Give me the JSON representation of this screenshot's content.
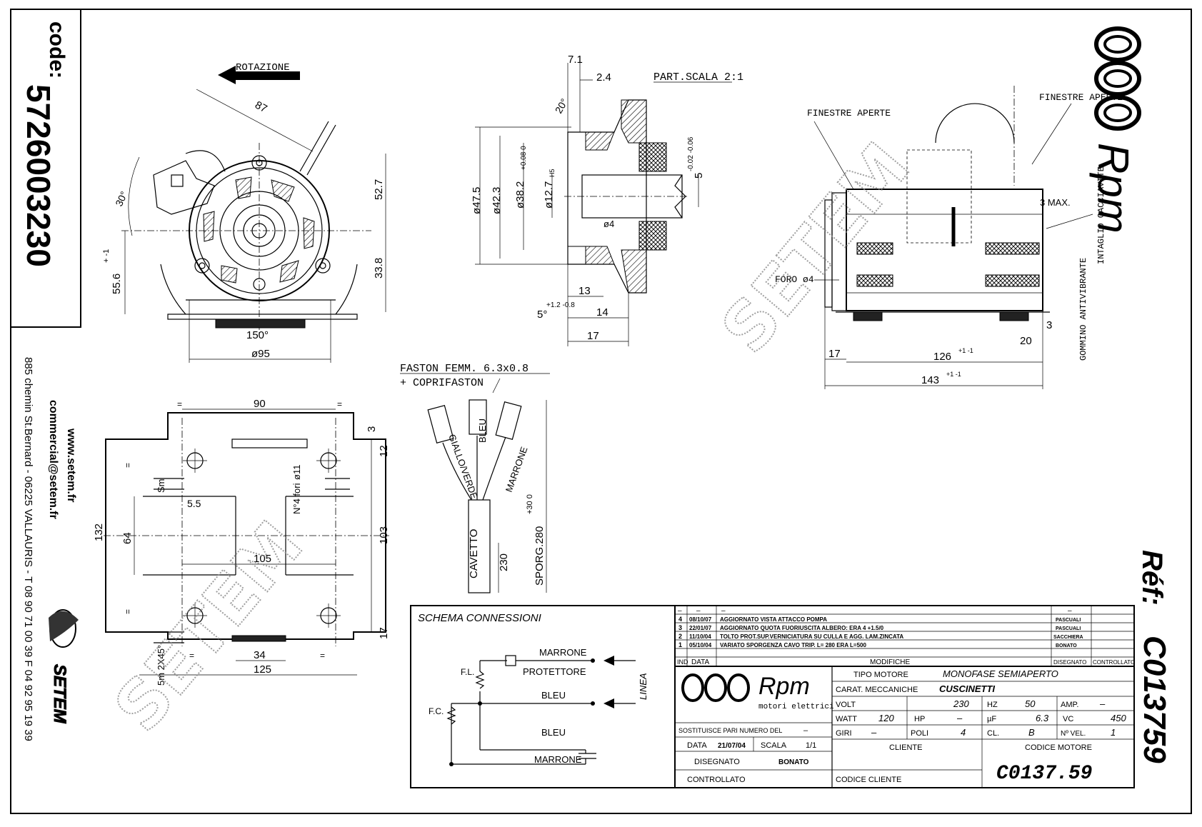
{
  "code_block": {
    "label": "code:",
    "number": "5726003230"
  },
  "company": {
    "website": "www.setem.fr",
    "email": "commercial@setem.fr",
    "address": "885 chemin St.Bernard  -  06225 VALLAURIS  -  T 08 90 71 00 39   F 04 92 95 19 39",
    "brand": "SETEM"
  },
  "ref_block": {
    "label": "Réf:",
    "number": "C013759"
  },
  "brand_logo": {
    "text": "Rpm"
  },
  "watermark": "SETEM",
  "front_view": {
    "rotation_label": "ROTAZIONE",
    "dims": {
      "d87": "87",
      "a30": "30°",
      "d52_7": "52.7",
      "d33_8": "33.8",
      "d55_6": "55.6",
      "tol55": "+  -1",
      "a150": "150°",
      "d95": "ø95"
    }
  },
  "section_view": {
    "title": "PART.SCALA 2:1",
    "dims": {
      "d7_1": "7.1",
      "d2_4": "2.4",
      "a20": "20°",
      "d47_5": "ø47.5",
      "d42_3": "ø42.3",
      "d38_2": "ø38.2",
      "tol38": "+0.08 0",
      "d12_7": "ø12.7",
      "h5": "H5",
      "d5": "5",
      "tol5": "-0.02 -0.06",
      "d4": "ø4",
      "d13": "13",
      "d14": "14",
      "d17": "17",
      "d5b": "5°",
      "tol5b": "+1.2 -0.8"
    }
  },
  "side_view": {
    "labels": {
      "finestre_left": "FINESTRE APERTE",
      "finestre_right": "FINESTRE APERTE",
      "intaglio": "INTAGLIO CACCIAVITE",
      "foro": "FORO ø4",
      "gommino": "GOMMINO ANTIVIBRANTE",
      "max3": "3 MAX."
    },
    "dims": {
      "d17": "17",
      "d126": "126",
      "d143": "143",
      "d20": "20",
      "d3": "3",
      "tol126": "+1 -1",
      "tol143": "+1 -1"
    }
  },
  "base_view": {
    "dims": {
      "d90": "90",
      "d132": "132",
      "d64": "64",
      "d105": "105",
      "d103": "103",
      "d5_5": "5.5",
      "d125": "125",
      "d34": "34",
      "d17": "17",
      "d12": "12",
      "d3": "3",
      "d11": "ø11",
      "fori": "N°4 fori",
      "eq": "=",
      "chamfer": "5m 2X45°",
      "sm": "Sm"
    }
  },
  "cable": {
    "faston": "FASTON FEMM. 6.3x0.8",
    "coprifaston": "+ COPRIFASTON",
    "wires": [
      "GIALLO/VERDE",
      "BLEU",
      "MARRONE"
    ],
    "cavetto": "CAVETTO",
    "len": "230",
    "sporg": "SPORG.280",
    "tol": "+30 0"
  },
  "schema": {
    "title": "SCHEMA CONNESSIONI",
    "fl": "F.L.",
    "fc": "F.C.",
    "marrone": "MARRONE",
    "protettore": "PROTETTORE",
    "bleu": "BLEU",
    "bleu2": "BLEU",
    "marrone2": "MARRONE",
    "linea": "LINEA"
  },
  "revisions": {
    "head_dash": [
      "–",
      "–",
      "–",
      "–"
    ],
    "rows": [
      {
        "n": "4",
        "date": "08/10/07",
        "text": "AGGIORNATO VISTA ATTACCO POMPA",
        "by": "PASCUALI"
      },
      {
        "n": "3",
        "date": "22/01/07",
        "text": "AGGIORNATO QUOTA FUORIUSCITA ALBERO: ERA 4 +1.5/0",
        "by": "PASCUALI"
      },
      {
        "n": "2",
        "date": "11/10/04",
        "text": "TOLTO PROT.SUP.VERNICIATURA SU CULLA E AGG. LAM.ZINCATA",
        "by": "SACCHIERA"
      },
      {
        "n": "1",
        "date": "05/10/04",
        "text": "VARIATO SPORGENZA CAVO TRIP. L= 280 ERA L=500",
        "by": "BONATO"
      }
    ],
    "headers": {
      "ind": "IND",
      "data": "DATA",
      "modifiche": "MODIFICHE",
      "disegnato": "DISEGNATO",
      "controllato": "CONTROLLATO"
    }
  },
  "title_block": {
    "logo_text": "Rpm",
    "logo_sub": "motori elettrici",
    "tipo_motore_label": "TIPO MOTORE",
    "tipo_motore": "MONOFASE SEMIAPERTO",
    "carat_label": "CARAT. MECCANICHE",
    "carat": "CUSCINETTI",
    "volt_label": "VOLT",
    "volt": "230",
    "hz_label": "HZ",
    "hz": "50",
    "amp_label": "AMP.",
    "amp": "–",
    "watt_label": "WATT",
    "watt": "120",
    "hp_label": "HP",
    "hp": "–",
    "uf_label": "µF",
    "uf": "6.3",
    "vc_label": "VC",
    "vc": "450",
    "giri_label": "GIRI",
    "giri": "–",
    "poli_label": "POLI",
    "poli": "4",
    "cl_label": "CL.",
    "cl": "B",
    "nvel_label": "Nº VEL.",
    "nvel": "1",
    "sostituisce_label": "SOSTITUISCE PARI NUMERO DEL",
    "sostituisce": "–",
    "data_label": "DATA",
    "data": "21/07/04",
    "scala_label": "SCALA",
    "scala": "1/1",
    "cliente_label": "CLIENTE",
    "codice_motore_label": "CODICE MOTORE",
    "codice_motore": "C0137.59",
    "disegnato_label": "DISEGNATO",
    "disegnato": "BONATO",
    "controllato_label": "CONTROLLATO",
    "codice_cliente_label": "CODICE CLIENTE"
  }
}
